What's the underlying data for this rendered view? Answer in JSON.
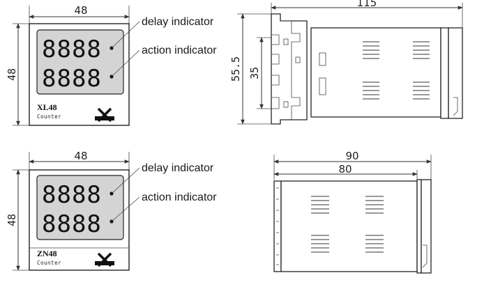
{
  "views": {
    "top_front": {
      "width_label": "48",
      "height_label": "48",
      "display_rows": [
        "8888",
        "8888"
      ],
      "model": "XL48",
      "subtitle": "Counter",
      "delay_label": "delay indicator",
      "action_label": "action indicator"
    },
    "top_side": {
      "length_label": "115",
      "height_label": "55.5",
      "inner_height_label": "35"
    },
    "bottom_front": {
      "width_label": "48",
      "height_label": "48",
      "display_rows": [
        "8888",
        "8888"
      ],
      "model": "ZN48",
      "subtitle": "Counter",
      "delay_label": "delay indicator",
      "action_label": "action indicator"
    },
    "bottom_side": {
      "outer_length_label": "90",
      "inner_length_label": "80"
    }
  },
  "icons": {
    "logo": "brand-logo-icon",
    "arrow": "dimension-arrow-icon"
  },
  "colors": {
    "screen": "#d4d4d4",
    "line": "#333333"
  }
}
